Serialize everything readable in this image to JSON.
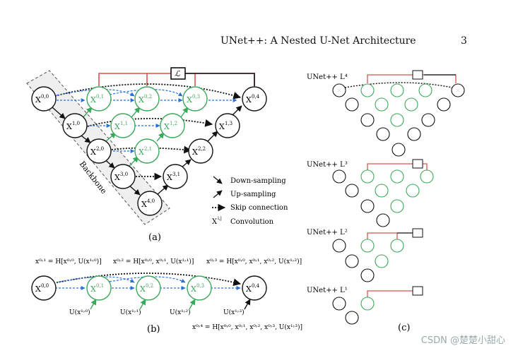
{
  "header": {
    "title": "UNet++: A Nested U-Net Architecture",
    "page_number": "3"
  },
  "loss_symbol": "ℒ",
  "colors": {
    "green": "#3aa85a",
    "blue": "#2a6fd6",
    "red": "#d9534f",
    "black": "#111111",
    "backbone_fill": "#efefef"
  },
  "panel_a": {
    "label": "(a)",
    "backbone_label": "Backbone",
    "nodes": {
      "n00": "X",
      "n00s": "0,0",
      "n01s": "0,1",
      "n02s": "0,2",
      "n03s": "0,3",
      "n04s": "0,4",
      "n10s": "1,0",
      "n11s": "1,1",
      "n12s": "1,2",
      "n13s": "1,3",
      "n20s": "2,0",
      "n21s": "2,1",
      "n22s": "2,2",
      "n30s": "3,0",
      "n31s": "3,1",
      "n40s": "4,0"
    },
    "legend": {
      "down": "Down-sampling",
      "up": "Up-sampling",
      "skip": "Skip connection",
      "conv_sym": "X",
      "conv_sup": "i,j",
      "conv": "Convolution"
    }
  },
  "panel_b": {
    "label": "(b)",
    "eq01": "x⁰˒¹ = H[x⁰˒⁰, U(x¹˒⁰)]",
    "eq02": "x⁰˒² = H[x⁰˒⁰, x⁰˒¹, U(x¹˒¹)]",
    "eq03": "x⁰˒³ = H[x⁰˒⁰, x⁰˒¹, x⁰˒², U(x¹˒²)]",
    "eq04": "x⁰˒⁴ = H[x⁰˒⁰, x⁰˒¹, x⁰˒², x⁰˒³, U(x¹˒³)]",
    "u10": "U(x¹˒⁰)",
    "u11": "U(x¹˒¹)",
    "u12": "U(x¹˒²)",
    "u13": "U(x¹˒³)"
  },
  "panel_c": {
    "label": "(c)",
    "l4": "UNet++ L⁴",
    "l3": "UNet++ L³",
    "l2": "UNet++ L²",
    "l1": "UNet++ L¹"
  },
  "watermark": "CSDN @楚楚小甜心"
}
